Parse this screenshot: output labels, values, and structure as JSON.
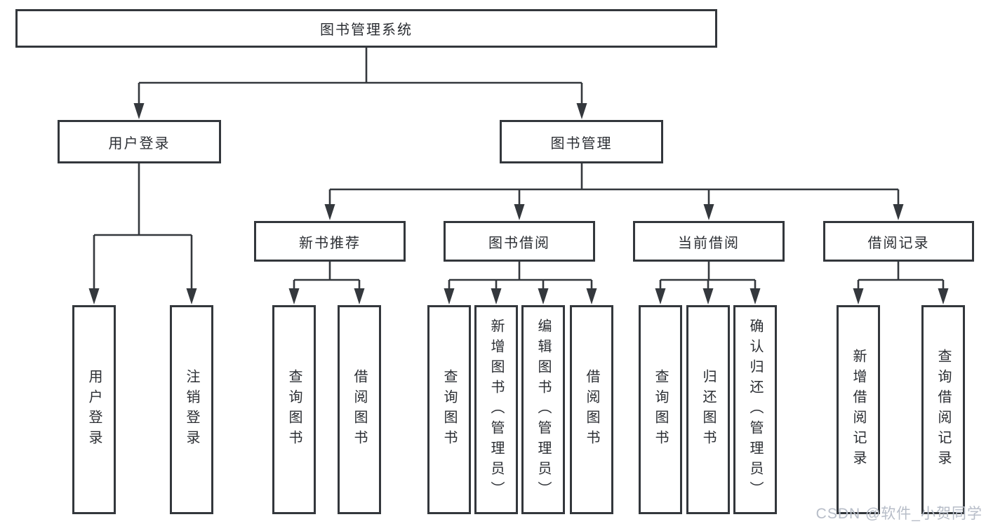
{
  "tree": {
    "root": {
      "label": "图书管理系统",
      "children": [
        {
          "label": "用户登录",
          "children": [
            {
              "label": "用户登录"
            },
            {
              "label": "注销登录"
            }
          ]
        },
        {
          "label": "图书管理",
          "children": [
            {
              "label": "新书推荐",
              "children": [
                {
                  "label": "查询图书"
                },
                {
                  "label": "借阅图书"
                }
              ]
            },
            {
              "label": "图书借阅",
              "children": [
                {
                  "label": "查询图书"
                },
                {
                  "label": "新增图书（管理员）"
                },
                {
                  "label": "编辑图书（管理员）"
                },
                {
                  "label": "借阅图书"
                }
              ]
            },
            {
              "label": "当前借阅",
              "children": [
                {
                  "label": "查询图书"
                },
                {
                  "label": "归还图书"
                },
                {
                  "label": "确认归还（管理员）"
                }
              ]
            },
            {
              "label": "借阅记录",
              "children": [
                {
                  "label": "新增借阅记录"
                },
                {
                  "label": "查询借阅记录"
                }
              ]
            }
          ]
        }
      ]
    },
    "watermark": "CSDN @软件_小贺同学",
    "colors": {
      "line": "#34383d",
      "box_border": "#33373c",
      "text": "#2b2e33",
      "watermark": "#b7bdc8",
      "background": "#ffffff"
    }
  }
}
